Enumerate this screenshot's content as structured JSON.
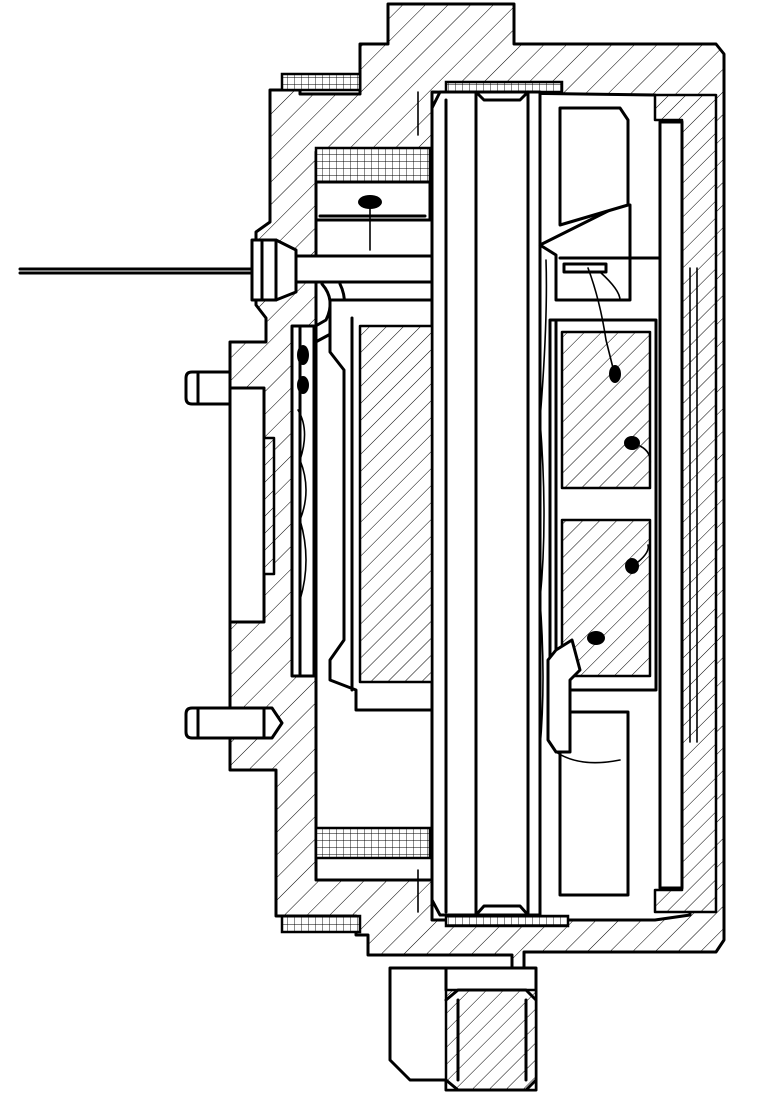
{
  "figure": {
    "kind": "engineering cross-section drawing",
    "colors": {
      "line": "#000000",
      "background": "#ffffff"
    },
    "parts": [
      "housing-section",
      "rotor-shaft",
      "field-coil-upper",
      "field-coil-lower",
      "left-coil",
      "lead-wire",
      "mounting-pins",
      "bottom-fitting"
    ]
  }
}
